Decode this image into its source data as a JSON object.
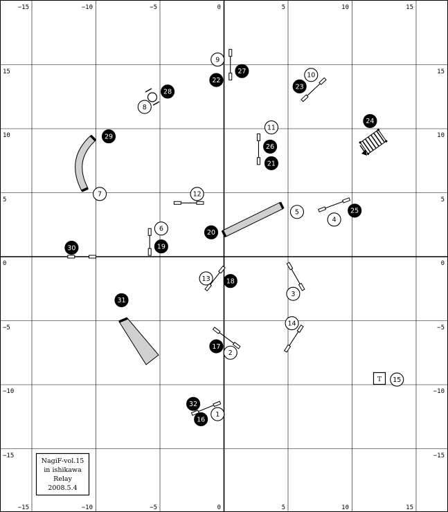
{
  "tick_labels": {
    "top": [
      "−15",
      "−10",
      "−5",
      "0",
      "5",
      "10",
      "15"
    ],
    "bottom": [
      "−15",
      "−10",
      "−5",
      "0",
      "5",
      "10",
      "15"
    ],
    "left": [
      "15",
      "10",
      "5",
      "0",
      "−5",
      "−10",
      "−15"
    ],
    "right": [
      "15",
      "10",
      "5",
      "0",
      "−5",
      "−10",
      "−15"
    ]
  },
  "info_box": {
    "line1": "NagiF-vol.15",
    "line2": "in ishikawa",
    "line3": "Relay",
    "line4": "2008.5.4"
  },
  "table_label": "T",
  "obstacle_labels": [
    {
      "n": "1",
      "x": -0.5,
      "y": -12.3,
      "filled": false
    },
    {
      "n": "2",
      "x": 0.5,
      "y": -7.5,
      "filled": false
    },
    {
      "n": "3",
      "x": 5.4,
      "y": -2.9,
      "filled": false
    },
    {
      "n": "4",
      "x": 8.6,
      "y": 2.9,
      "filled": false
    },
    {
      "n": "5",
      "x": 5.7,
      "y": 3.5,
      "filled": false
    },
    {
      "n": "6",
      "x": -4.9,
      "y": 2.2,
      "filled": false
    },
    {
      "n": "7",
      "x": -9.7,
      "y": 4.9,
      "filled": false
    },
    {
      "n": "8",
      "x": -6.2,
      "y": 11.7,
      "filled": false
    },
    {
      "n": "9",
      "x": -0.5,
      "y": 15.4,
      "filled": false
    },
    {
      "n": "10",
      "x": 6.8,
      "y": 14.2,
      "filled": false
    },
    {
      "n": "11",
      "x": 3.7,
      "y": 10.1,
      "filled": false
    },
    {
      "n": "12",
      "x": -2.1,
      "y": 4.9,
      "filled": false
    },
    {
      "n": "13",
      "x": -1.4,
      "y": -1.7,
      "filled": false
    },
    {
      "n": "14",
      "x": 5.3,
      "y": -5.2,
      "filled": false
    },
    {
      "n": "15",
      "x": 13.5,
      "y": -9.6,
      "filled": false
    },
    {
      "n": "16",
      "x": -1.8,
      "y": -12.7,
      "filled": true
    },
    {
      "n": "17",
      "x": -0.6,
      "y": -7.0,
      "filled": true
    },
    {
      "n": "18",
      "x": 0.5,
      "y": -1.9,
      "filled": true
    },
    {
      "n": "19",
      "x": -4.9,
      "y": 0.8,
      "filled": true
    },
    {
      "n": "20",
      "x": -1.0,
      "y": 1.9,
      "filled": true
    },
    {
      "n": "21",
      "x": 3.7,
      "y": 7.3,
      "filled": true
    },
    {
      "n": "22",
      "x": -0.6,
      "y": 13.8,
      "filled": true
    },
    {
      "n": "23",
      "x": 5.9,
      "y": 13.3,
      "filled": true
    },
    {
      "n": "24",
      "x": 11.4,
      "y": 10.6,
      "filled": true
    },
    {
      "n": "25",
      "x": 10.2,
      "y": 3.6,
      "filled": true
    },
    {
      "n": "26",
      "x": 3.6,
      "y": 8.6,
      "filled": true
    },
    {
      "n": "27",
      "x": 1.4,
      "y": 14.5,
      "filled": true
    },
    {
      "n": "28",
      "x": -4.4,
      "y": 12.9,
      "filled": true
    },
    {
      "n": "29",
      "x": -9.0,
      "y": 9.4,
      "filled": true
    },
    {
      "n": "30",
      "x": -11.9,
      "y": 0.7,
      "filled": true
    },
    {
      "n": "31",
      "x": -8.0,
      "y": -3.4,
      "filled": true
    },
    {
      "n": "32",
      "x": -2.4,
      "y": -11.5,
      "filled": true
    }
  ],
  "jumps": [
    {
      "id": "jump-1",
      "x1": -2.5,
      "y1": -12.3,
      "x2": -0.3,
      "y2": -11.4
    },
    {
      "id": "jump-2",
      "x1": -0.8,
      "y1": -5.6,
      "x2": 1.2,
      "y2": -7.1
    },
    {
      "id": "jump-3",
      "x1": 5.0,
      "y1": -0.5,
      "x2": 6.2,
      "y2": -2.6
    },
    {
      "id": "jump-4",
      "x1": 7.4,
      "y1": 3.6,
      "x2": 9.8,
      "y2": 4.5
    },
    {
      "id": "jump-6",
      "x1": -5.8,
      "y1": 2.2,
      "x2": -5.8,
      "y2": 0.1
    },
    {
      "id": "jump-9",
      "x1": 0.5,
      "y1": 16.2,
      "x2": 0.5,
      "y2": 13.8
    },
    {
      "id": "jump-10",
      "x1": 6.1,
      "y1": 12.2,
      "x2": 7.9,
      "y2": 13.9
    },
    {
      "id": "jump-11",
      "x1": 2.7,
      "y1": 9.6,
      "x2": 2.7,
      "y2": 7.2
    },
    {
      "id": "jump-12",
      "x1": -3.9,
      "y1": 4.2,
      "x2": -1.6,
      "y2": 4.2
    },
    {
      "id": "jump-13",
      "x1": -1.4,
      "y1": -2.6,
      "x2": 0.0,
      "y2": -0.8
    },
    {
      "id": "jump-14",
      "x1": 4.8,
      "y1": -7.4,
      "x2": 6.1,
      "y2": -5.4
    },
    {
      "id": "jump-30",
      "x1": -12.2,
      "y1": 0.0,
      "x2": -10.0,
      "y2": 0.0
    }
  ],
  "tunnels": [
    {
      "id": "tunnel-5",
      "x1": 0.0,
      "y1": 1.8,
      "x2": 4.5,
      "y2": 4.0
    }
  ]
}
